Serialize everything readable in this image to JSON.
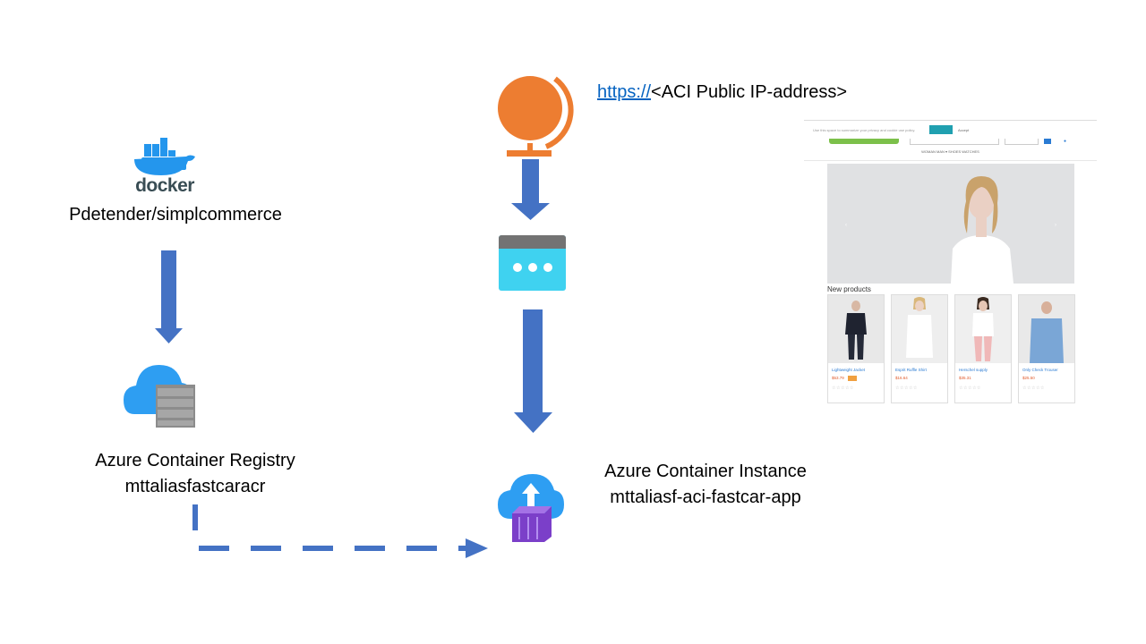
{
  "docker": {
    "logo_text": "docker",
    "image_label": "Pdetender/simplcommerce"
  },
  "acr": {
    "title": "Azure Container Registry",
    "name": "mttaliasfastcaracr"
  },
  "aci": {
    "title": "Azure Container Instance",
    "name": "mttaliasf-aci-fastcar-app"
  },
  "url": {
    "scheme_link": "https://",
    "rest": "<ACI Public IP-address>"
  },
  "website": {
    "cookie_text": "Use this space to summarize your privacy and cookie use policy.",
    "cookie_accept": "Accept",
    "nav_items": "WOMAN  MAN ▾  SHOES  WATCHES",
    "section_title": "New products",
    "products": [
      {
        "name": "Lightweight Jacket",
        "price": "$53.79"
      },
      {
        "name": "Esprit Ruffle Shirt",
        "price": "$16.64"
      },
      {
        "name": "Herschel supply",
        "price": "$35.31"
      },
      {
        "name": "Only Check Trouser",
        "price": "$25.50"
      }
    ]
  },
  "colors": {
    "arrow_blue": "#4472c4",
    "globe_orange": "#ed7d31",
    "browser_cyan": "#3fd2f0",
    "browser_bar": "#737373",
    "docker_blue": "#2496ed",
    "azure_cloud": "#2e9ef2",
    "container_gray": "#7f7f7f",
    "container_purple": "#8a4fd6",
    "link_blue": "#0563c1"
  }
}
